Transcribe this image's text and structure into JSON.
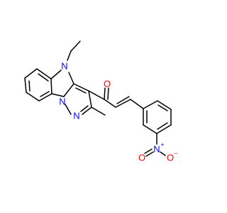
{
  "colors": {
    "bond": "#000000",
    "carbon": "#000000",
    "nitrogen": "#0000ff",
    "oxygen": "#ff0000",
    "background": "#ffffff"
  },
  "atoms": {
    "n_indole": {
      "symbol": "N",
      "element": "nitrogen"
    },
    "n_pyrazole_1": {
      "symbol": "N",
      "element": "nitrogen"
    },
    "n_pyrazole_2": {
      "symbol": "N",
      "element": "nitrogen"
    },
    "o_ketone": {
      "symbol": "O",
      "element": "oxygen"
    },
    "n_nitro": {
      "symbol": "N",
      "element": "nitrogen",
      "charge": "+"
    },
    "o_nitro_double": {
      "symbol": "O",
      "element": "oxygen"
    },
    "o_nitro_single": {
      "symbol": "O",
      "element": "oxygen",
      "charge": "−"
    }
  }
}
